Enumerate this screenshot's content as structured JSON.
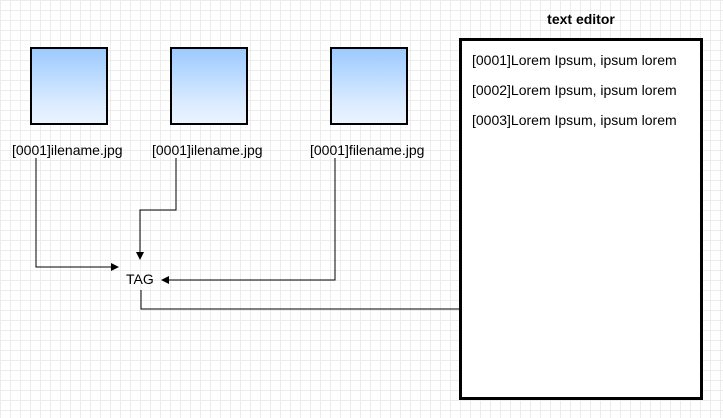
{
  "images": [
    {
      "filename": "[0001]ilename.jpg",
      "icon": "image-thumbnail"
    },
    {
      "filename": "[0001]ilename.jpg",
      "icon": "image-thumbnail"
    },
    {
      "filename": "[0001]filename.jpg",
      "icon": "image-thumbnail"
    }
  ],
  "tag": {
    "label": "TAG"
  },
  "editor": {
    "title": "text editor",
    "lines": [
      "[0001]Lorem Ipsum, ipsum lorem",
      "[0002]Lorem Ipsum, ipsum lorem",
      "[0003]Lorem Ipsum, ipsum lorem"
    ]
  },
  "colors": {
    "thumbnail_top": "#9ccaff",
    "thumbnail_bottom": "#eaf3ff",
    "grid": "#ececec",
    "stroke": "#000000"
  }
}
